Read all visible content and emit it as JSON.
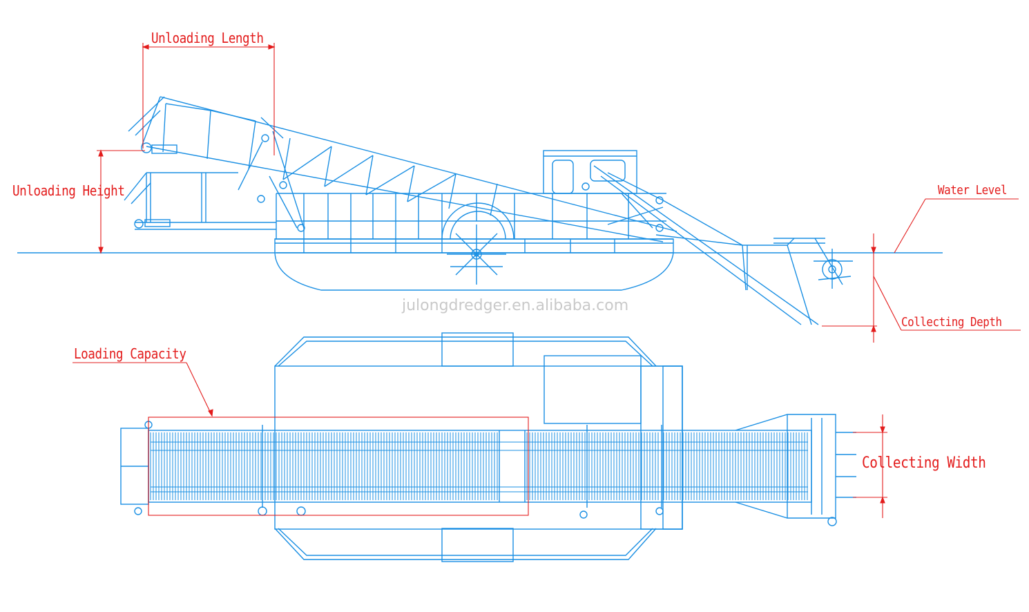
{
  "labels": {
    "unloading_length": "Unloading Length",
    "unloading_height": "Unloading Height",
    "water_level": "Water Level",
    "collecting_depth": "Collecting Depth",
    "loading_capacity": "Loading Capacity",
    "collecting_width": "Collecting Width"
  },
  "watermark": "julongdredger.en.alibaba.com",
  "colors": {
    "drawing": "#1a8fe3",
    "dimension": "#e31b1b",
    "watermark": "#c9c9c9"
  }
}
